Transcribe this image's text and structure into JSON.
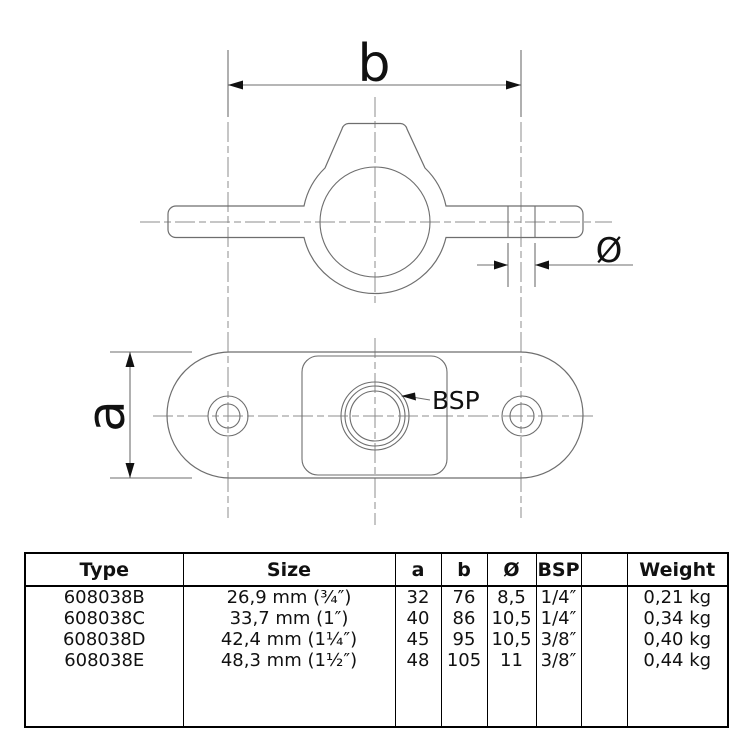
{
  "drawing": {
    "dim_b_label": "b",
    "dim_a_label": "a",
    "dim_diameter_label": "Ø",
    "bsp_callout_label": "BSP"
  },
  "table": {
    "headers": [
      "Type",
      "Size",
      "a",
      "b",
      "Ø",
      "BSP",
      "",
      "Weight"
    ],
    "rows": [
      [
        "608038B",
        "26,9 mm (¾″)",
        "32",
        "76",
        "8,5",
        "1/4″",
        "",
        "0,21 kg"
      ],
      [
        "608038C",
        "33,7 mm (1″)",
        "40",
        "86",
        "10,5",
        "1/4″",
        "",
        "0,34 kg"
      ],
      [
        "608038D",
        "42,4 mm (1¼″)",
        "45",
        "95",
        "10,5",
        "3/8″",
        "",
        "0,40 kg"
      ],
      [
        "608038E",
        "48,3 mm (1½″)",
        "48",
        "105",
        "11",
        "3/8″",
        "",
        "0,44 kg"
      ]
    ]
  },
  "colors": {
    "background": "#ffffff",
    "part_outline": "#6e6e6e",
    "centerline": "#8c8c8c",
    "dimension_text": "#111111",
    "table_border": "#000000"
  }
}
